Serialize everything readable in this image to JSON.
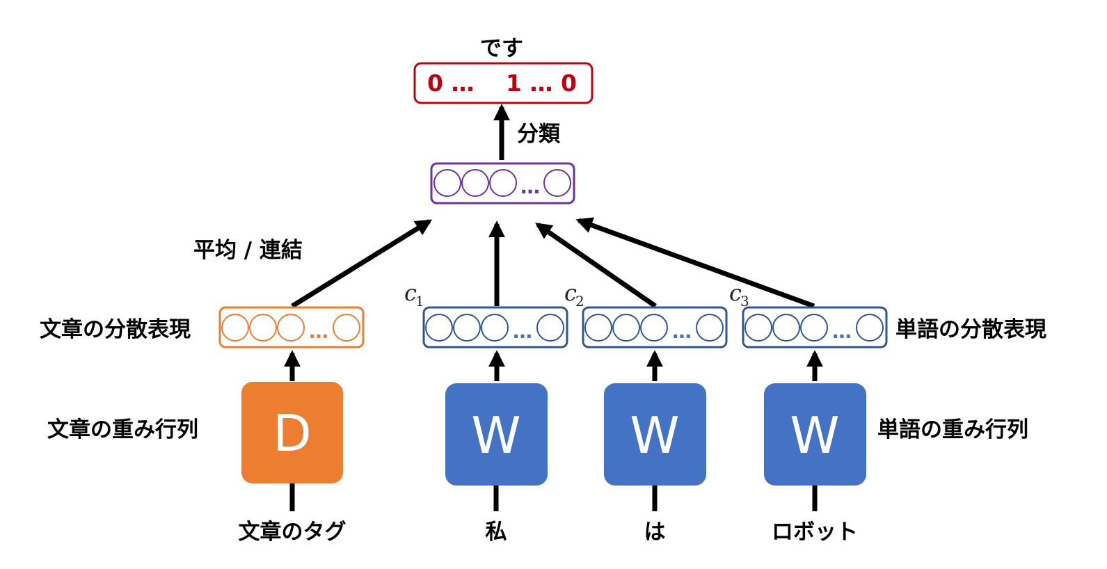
{
  "output": {
    "word": "です",
    "onehot_left": "0 …",
    "onehot_mid": "1 … 0",
    "color": "#c00010"
  },
  "classify_label": "分類",
  "average_concat_label": "平均 / 連結",
  "doc_vector_label": "文章の分散表現",
  "word_vector_label": "単語の分散表現",
  "doc_matrix_label": "文章の重み行列",
  "word_matrix_label": "単語の重み行列",
  "vector_ellipsis": "…",
  "context_var": "c",
  "doc_matrix": {
    "letter": "D",
    "input": "文章のタグ",
    "color": "#ed7d31"
  },
  "word_matrices": [
    {
      "letter": "W",
      "input": "私",
      "context_index": "1"
    },
    {
      "letter": "W",
      "input": "は",
      "context_index": "2"
    },
    {
      "letter": "W",
      "input": "ロボット",
      "context_index": "3"
    }
  ],
  "colors": {
    "word_box": "#4472c4",
    "word_vector_border": "#2f5597",
    "hidden_vector": "#7030a0",
    "doc_vector": "#ed7d31"
  }
}
